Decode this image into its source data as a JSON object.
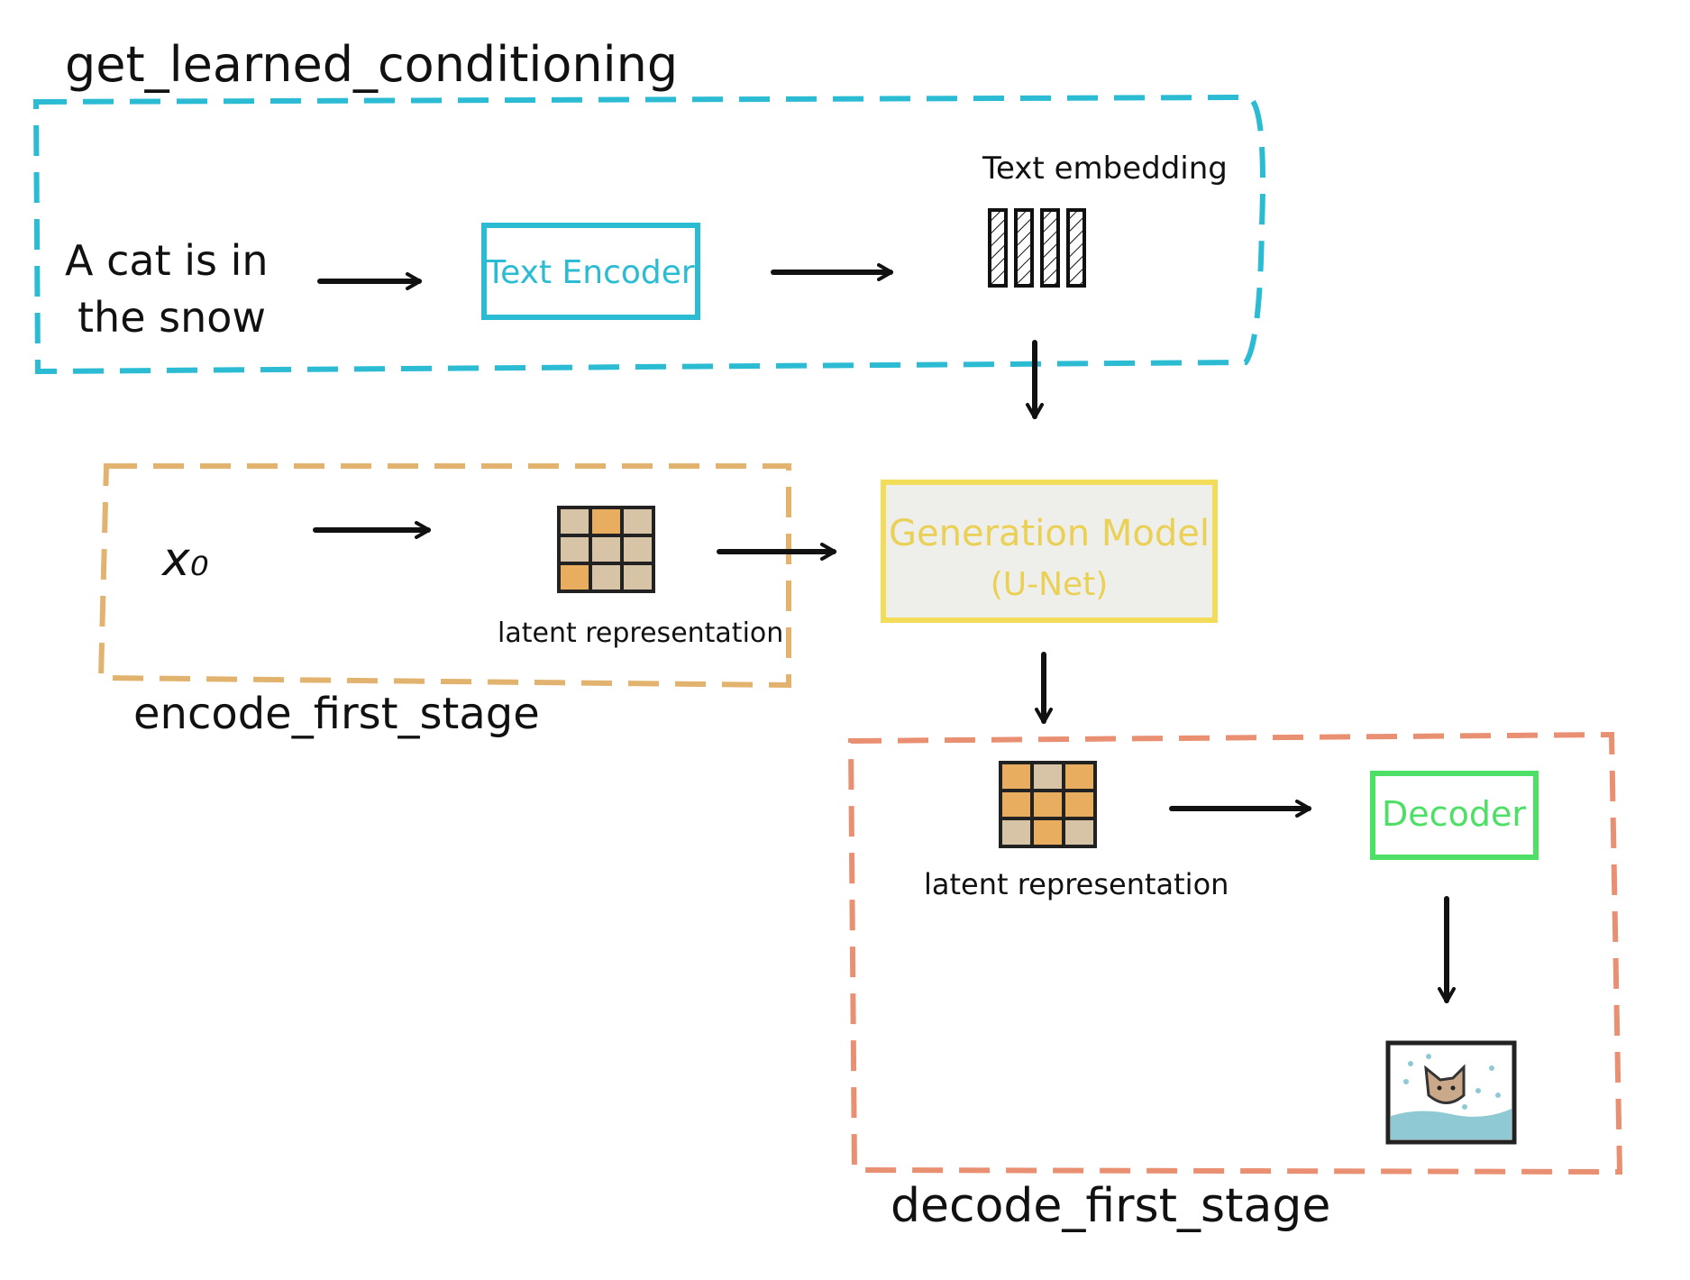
{
  "groups": {
    "conditioning": {
      "label": "get_learned_conditioning",
      "color": "#2bbcd4"
    },
    "encode": {
      "label": "encode_first_stage",
      "color": "#e2b36e"
    },
    "decode": {
      "label": "decode_first_stage",
      "color": "#e98f72"
    }
  },
  "nodes": {
    "prompt": {
      "line1": "A cat is in",
      "line2": "the snow"
    },
    "text_encoder": {
      "label": "Text Encoder",
      "color": "#2bbcd4"
    },
    "text_embedding": {
      "label": "Text embedding"
    },
    "x0": {
      "label": "x₀"
    },
    "latent_in": {
      "label": "latent representation"
    },
    "generation_model": {
      "line1": "Generation Model",
      "line2": "(U-Net)",
      "color": "#f3dc5a",
      "fill": "#eeeeea"
    },
    "latent_out": {
      "label": "latent representation"
    },
    "decoder": {
      "label": "Decoder",
      "color": "#4ee066"
    },
    "output_image": {
      "description": ""
    }
  },
  "colors": {
    "grid_tan": "#d7c4a6",
    "grid_orange": "#e8ad5e",
    "snow_water": "#8fc9d4"
  },
  "icons": {
    "arrow": "arrow-icon",
    "embedding": "embedding-bars-icon",
    "latent": "latent-grid-icon",
    "image": "cat-in-snow-image-icon"
  }
}
